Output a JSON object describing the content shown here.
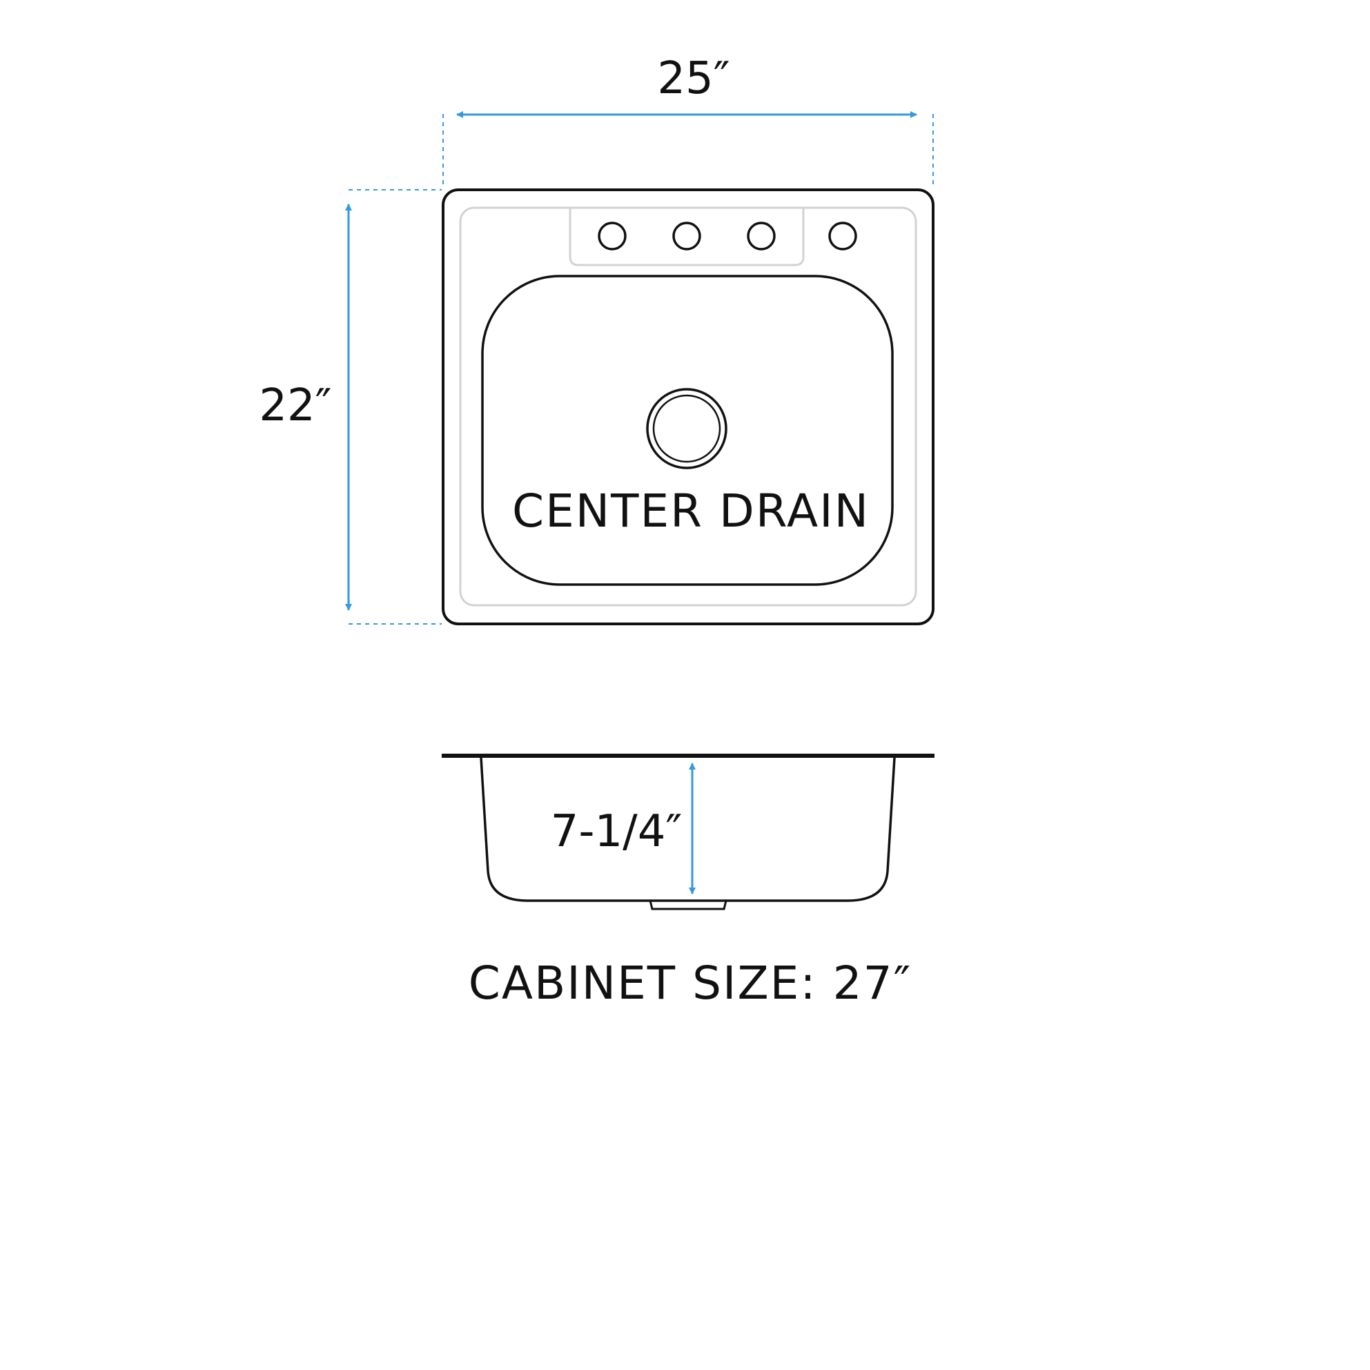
{
  "labels": {
    "width": "25″",
    "height": "22″",
    "depth": "7-1/4″",
    "drain": "CENTER DRAIN",
    "cabinet": "CABINET SIZE: 27″"
  },
  "faucet_holes": 4,
  "colors": {
    "dimension_line": "#3399e0",
    "outline": "#111111",
    "inner_rim": "#d2d2d2",
    "background": "#ffffff"
  }
}
